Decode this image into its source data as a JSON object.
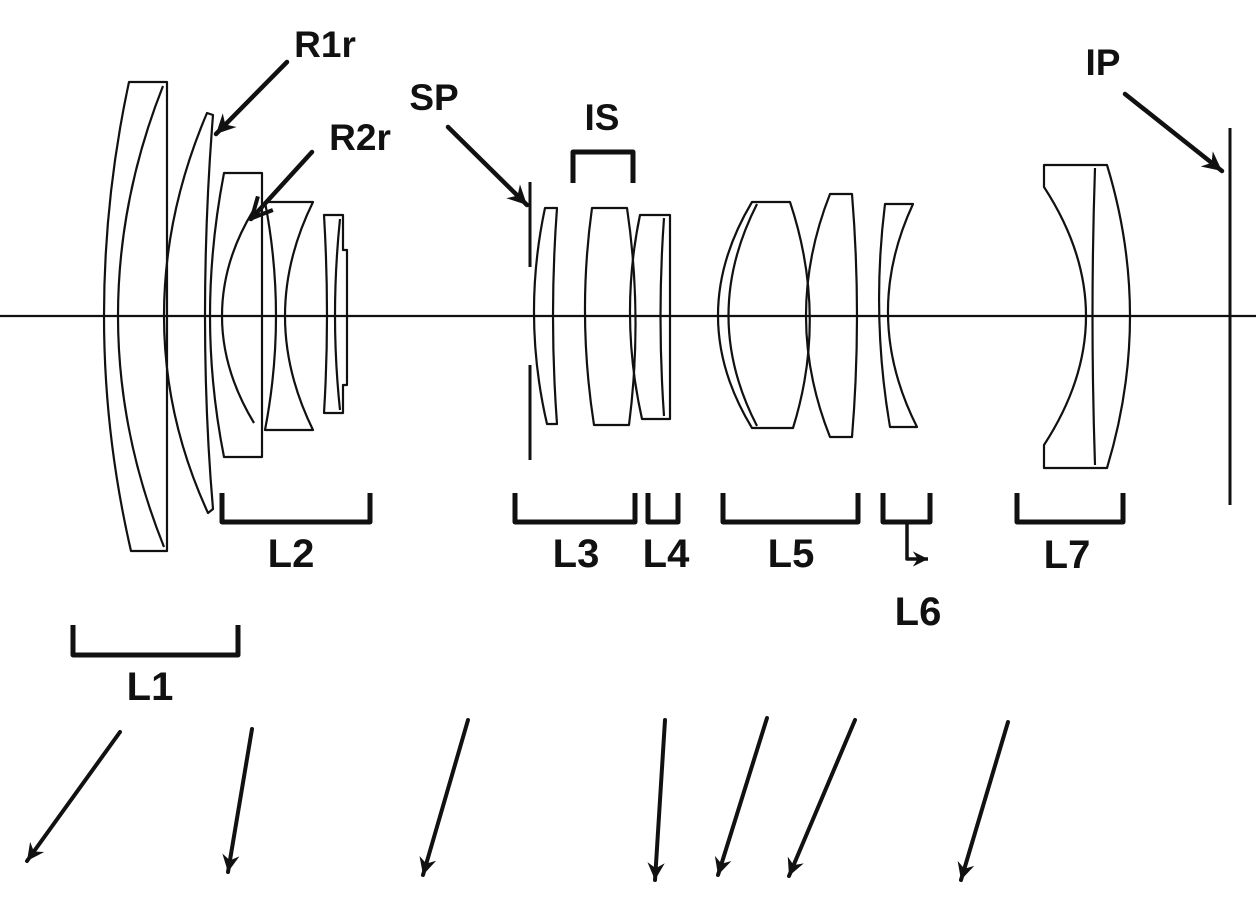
{
  "figure": {
    "type": "optical-lens-cross-section-patent-diagram",
    "background": "#ffffff",
    "line_color": "#111111",
    "annotations": {
      "r1r": "R1r",
      "r2r": "R2r",
      "sp": "SP",
      "is": "IS",
      "ip": "IP"
    },
    "groups": [
      {
        "id": "l1",
        "label": "L1"
      },
      {
        "id": "l2",
        "label": "L2"
      },
      {
        "id": "l3",
        "label": "L3"
      },
      {
        "id": "l4",
        "label": "L4"
      },
      {
        "id": "l5",
        "label": "L5"
      },
      {
        "id": "l6",
        "label": "L6"
      },
      {
        "id": "l7",
        "label": "L7"
      }
    ]
  }
}
